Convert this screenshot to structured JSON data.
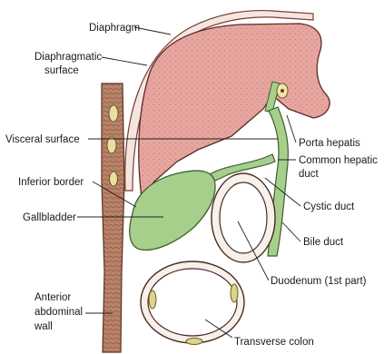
{
  "figure": {
    "labels": {
      "diaphragm": "Diaphragm",
      "diaphragmatic_surface_line1": "Diaphragmatic",
      "diaphragmatic_surface_line2": "surface",
      "visceral_surface": "Visceral surface",
      "inferior_border": "Inferior border",
      "gallbladder": "Gallbladder",
      "anterior_abdominal_wall_line1": "Anterior",
      "anterior_abdominal_wall_line2": "abdominal",
      "anterior_abdominal_wall_line3": "wall",
      "porta_hepatis": "Porta hepatis",
      "common_hepatic_duct_line1": "Common hepatic",
      "common_hepatic_duct_line2": "duct",
      "cystic_duct": "Cystic duct",
      "bile_duct": "Bile duct",
      "duodenum": "Duodenum (1st part)",
      "transverse_colon": "Transverse colon"
    },
    "colors": {
      "liver": "#e7a5a0",
      "liver_outline": "#5a2b28",
      "gallbladder": "#a6cf8c",
      "gallbladder_outline": "#3f5f2c",
      "abdominal_wall": "#b9826a",
      "diaphragm": "#f4e6de",
      "duodenum": "#f0eee9",
      "colon_nodule": "#ddd48a"
    }
  }
}
